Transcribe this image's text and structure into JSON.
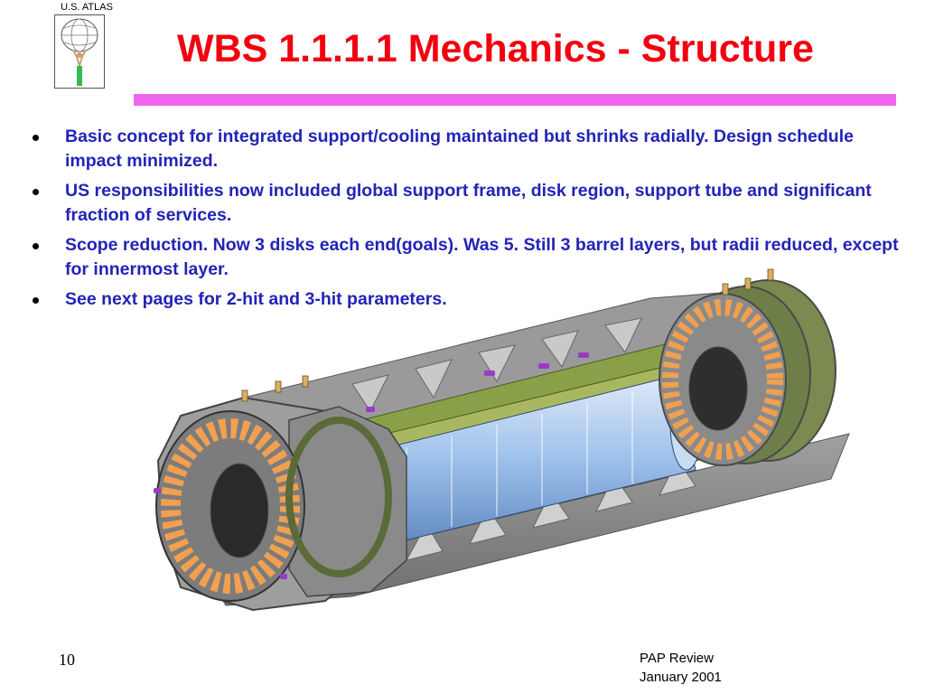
{
  "logo": {
    "text": "U.S. ATLAS"
  },
  "title": "WBS 1.1.1.1 Mechanics - Structure",
  "bullets": [
    "Basic concept for integrated support/cooling maintained but shrinks radially. Design schedule impact minimized.",
    "US responsibilities now included global support frame, disk region, support tube and significant fraction of services.",
    "Scope reduction. Now 3 disks each end(goals). Was 5. Still 3 barrel layers, but radii reduced, except for innermost layer.",
    "See next pages for 2-hit and 3-hit parameters."
  ],
  "footer": {
    "page_number": "10",
    "line1": "PAP Review",
    "line2": "January 2001"
  },
  "colors": {
    "title": "#f2000f",
    "bullet_text": "#2323b8",
    "rule": "#ee66ee",
    "frame": "#8a8a8a",
    "disk_modules": "#f0a050",
    "barrel": "#a8c8f0"
  }
}
